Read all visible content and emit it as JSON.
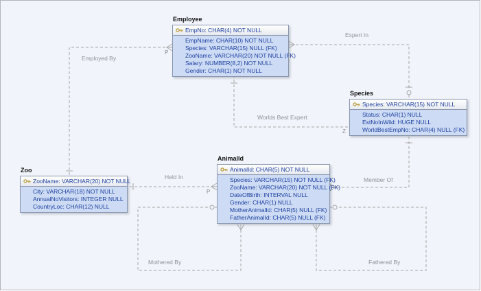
{
  "entities": [
    {
      "id": "employee",
      "title": "Employee",
      "pk": "EmpNo: CHAR(4) NOT NULL",
      "attributes": [
        "EmpName: CHAR(10) NOT NULL",
        "Species: VARCHAR(15) NULL (FK)",
        "ZooName: VARCHAR(20) NOT NULL (FK)",
        "Salary: NUMBER(8,2) NOT NULL",
        "Gender: CHAR(1) NOT NULL"
      ]
    },
    {
      "id": "species",
      "title": "Species",
      "pk": "Species: VARCHAR(15) NOT NULL",
      "attributes": [
        "Status: CHAR(1) NULL",
        "EstNoInWild: HUGE NULL",
        "WorldBestEmpNo: CHAR(4) NULL (FK)"
      ]
    },
    {
      "id": "zoo",
      "title": "Zoo",
      "pk": "ZooName: VARCHAR(20) NOT NULL",
      "attributes": [
        "City: VARCHAR(18) NOT NULL",
        "AnnualNoVisitors: INTEGER NULL",
        "CountryLoc: CHAR(12) NULL"
      ]
    },
    {
      "id": "animal",
      "title": "AnimalId",
      "pk": "AnimalId: CHAR(5) NOT NULL",
      "attributes": [
        "Species: VARCHAR(15) NOT NULL (FK)",
        "ZooName: VARCHAR(20) NOT NULL (FK)",
        "DateOfBirth: INTERVAL NULL",
        "Gender: CHAR(1) NULL",
        "MotherAnimalId: CHAR(5) NULL (FK)",
        "FatherAnimalId: CHAR(5) NULL (FK)"
      ]
    }
  ],
  "relationships": [
    {
      "label": "Expert In"
    },
    {
      "label": "Employed By"
    },
    {
      "label": "Worlds Best Expert"
    },
    {
      "label": "Held In"
    },
    {
      "label": "Member Of"
    },
    {
      "label": "Mothered By"
    },
    {
      "label": "Fathered By"
    }
  ],
  "markers": {
    "p_employed_by": "P",
    "p_held_in": "P",
    "z_worlds_best": "Z"
  },
  "colors": {
    "canvas_bg": "#f1f4fa",
    "entity_body": "#cddcf4",
    "entity_border": "#8a97ad",
    "attribute_text": "#1c3ea0",
    "line": "#a6a6a6",
    "label_text": "#8f9398",
    "key_icon": "#b8972f"
  }
}
